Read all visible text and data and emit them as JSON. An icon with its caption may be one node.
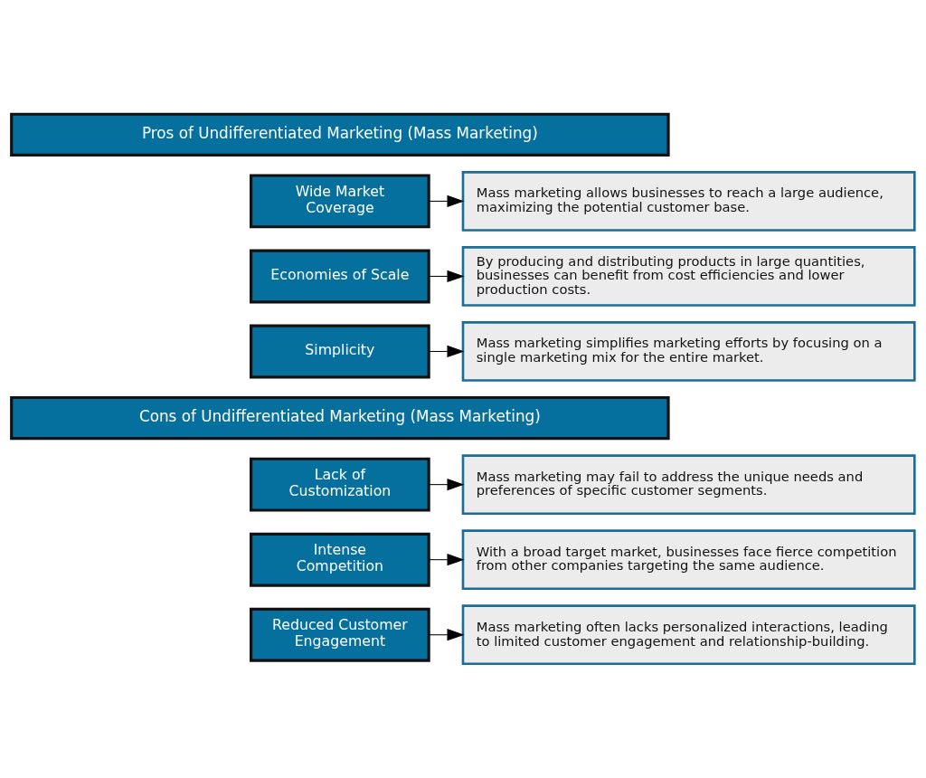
{
  "diagram": {
    "nodes": [
      {
        "text": [
          "Pros of Undifferentiated Marketing (Mass Marketing)"
        ]
      },
      {
        "text": [
          "Wide Market Coverage"
        ]
      },
      {
        "text": [
          "Mass marketing allows businesses to reach a large audience, maximizing the potential customer base."
        ]
      },
      {
        "text": [
          "Economies of Scale"
        ]
      },
      {
        "text": [
          "By producing and distributing products in large quantities, businesses can benefit from cost efficiencies and lower production costs."
        ]
      },
      {
        "text": [
          "Simplicity"
        ]
      },
      {
        "text": [
          "Mass marketing simplifies marketing efforts by focusing on a single marketing mix for the entire market."
        ]
      },
      {
        "text": [
          "Cons of Undifferentiated Marketing (Mass Marketing)"
        ]
      },
      {
        "text": [
          "Lack of Customization"
        ]
      },
      {
        "text": [
          "Mass marketing may fail to address the unique needs and preferences of specific customer segments."
        ]
      },
      {
        "text": [
          "Intense Competition"
        ]
      },
      {
        "text": [
          "With a broad target market, businesses face fierce competition from other companies targeting the same audience."
        ]
      },
      {
        "text": [
          "Reduced Customer Engagement"
        ]
      },
      {
        "text": [
          "Mass marketing often lacks personalized interactions, leading to limited customer engagement and relationship-building."
        ]
      }
    ],
    "edges": [
      {
        "from": 1,
        "to": 2,
        "arrow": "to"
      },
      {
        "from": 3,
        "to": 4,
        "arrow": "to"
      },
      {
        "from": 5,
        "to": 6,
        "arrow": "to"
      },
      {
        "from": 8,
        "to": 9,
        "arrow": "to"
      },
      {
        "from": 10,
        "to": 11,
        "arrow": "to"
      },
      {
        "from": 12,
        "to": 13,
        "arrow": "to"
      }
    ]
  }
}
